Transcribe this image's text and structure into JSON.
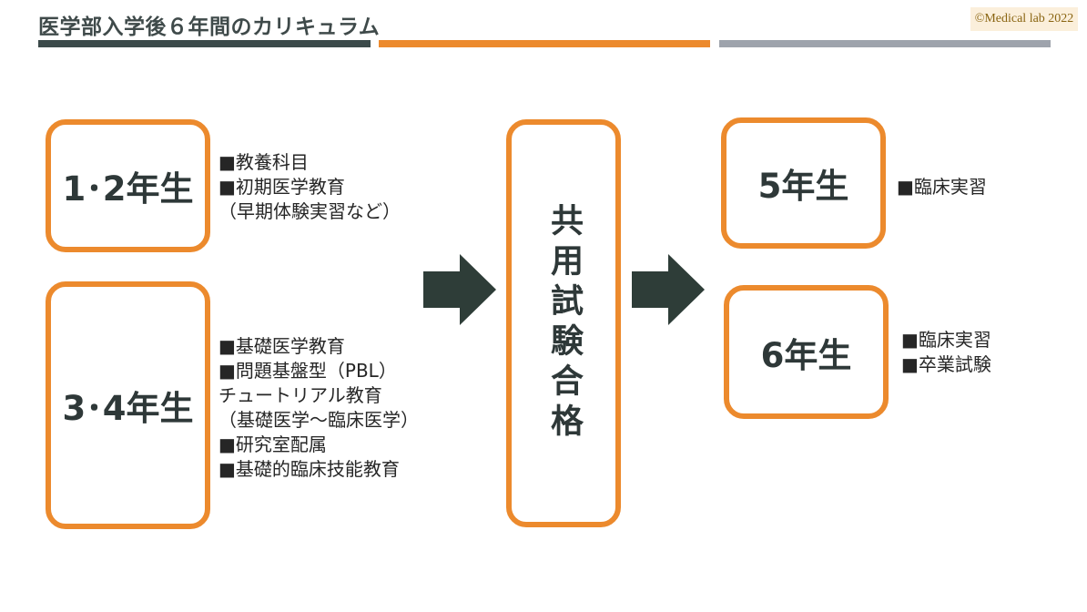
{
  "header": {
    "title": "医学部入学後６年間のカリキュラム",
    "copyright": "©Medical lab 2022"
  },
  "colors": {
    "accent": "#ec8a2d",
    "dark": "#3b4a4a",
    "gray": "#9ea3ac",
    "text": "#262626"
  },
  "stages": {
    "year12": {
      "label": "1･2年生",
      "items": [
        "■教養科目",
        "■初期医学教育",
        "（早期体験実習など）"
      ]
    },
    "year34": {
      "label": "3･4年生",
      "items": [
        "■基礎医学教育",
        "■問題基盤型（PBL）",
        "チュートリアル教育",
        "（基礎医学～臨床医学）",
        "■研究室配属",
        "■基礎的臨床技能教育"
      ]
    },
    "exam": {
      "label": "共用試験合格"
    },
    "year5": {
      "label": "5年生",
      "items": [
        "■臨床実習"
      ]
    },
    "year6": {
      "label": "6年生",
      "items": [
        "■臨床実習",
        "■卒業試験"
      ]
    }
  },
  "icons": [
    "right-arrow-icon",
    "right-arrow-icon"
  ]
}
